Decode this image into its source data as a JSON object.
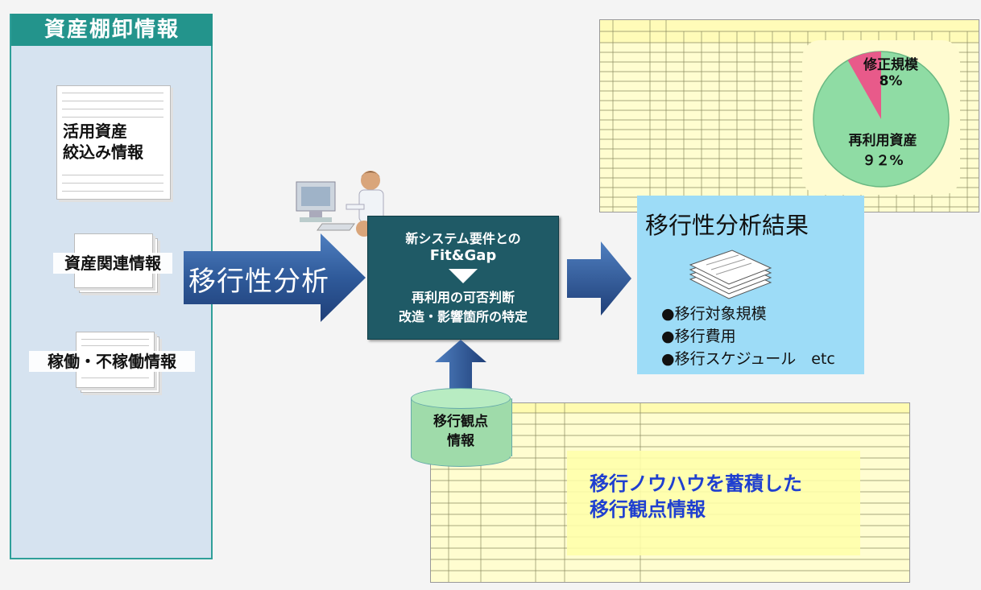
{
  "inventory": {
    "title": "資産棚卸情報",
    "items": [
      {
        "label_lines": [
          "活用資産",
          "絞込み情報"
        ]
      },
      {
        "label_lines": [
          "資産関連情報"
        ]
      },
      {
        "label_lines": [
          "稼働・不稼働情報"
        ]
      }
    ]
  },
  "analysis_arrow_label": "移行性分析",
  "process": {
    "line1": "新システム要件との",
    "line2": "Fit&Gap",
    "line3": "再利用の可否判断",
    "line4": "改造・影響箇所の特定"
  },
  "result": {
    "title": "移行性分析結果",
    "bullets": [
      "●移行対象規模",
      "●移行費用",
      "●移行スケジュール　etc"
    ]
  },
  "pie": {
    "slices": [
      {
        "label": "修正規模",
        "value_text": "8%",
        "value": 8,
        "color": "#e85a8a"
      },
      {
        "label": "再利用資産",
        "value_text": "９２%",
        "value": 92,
        "color": "#8fdca4"
      }
    ]
  },
  "viewpoint_db": {
    "line1": "移行観点",
    "line2": "情報"
  },
  "knowhow_banner": {
    "line1": "移行ノウハウを蓄積した",
    "line2": "移行観点情報"
  },
  "colors": {
    "teal": "#23948c",
    "arrow_blue": "#2f5a9a",
    "center_box": "#1f5a66",
    "result_bg": "#9ddcf7",
    "banner_text": "#1f3fd0"
  }
}
